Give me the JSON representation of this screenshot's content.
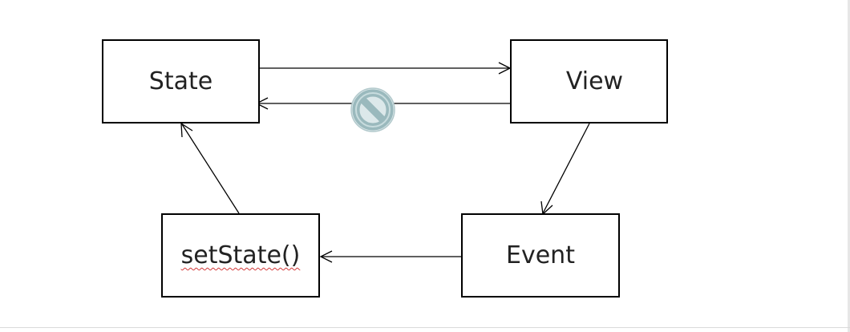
{
  "diagram": {
    "nodes": {
      "state": {
        "label": "State"
      },
      "view": {
        "label": "View"
      },
      "event": {
        "label": "Event"
      },
      "setstate": {
        "label": "setState()"
      }
    },
    "edges": [
      {
        "from": "state",
        "to": "view"
      },
      {
        "from": "view",
        "to": "state",
        "blocked": true
      },
      {
        "from": "view",
        "to": "event"
      },
      {
        "from": "event",
        "to": "setstate"
      },
      {
        "from": "setstate",
        "to": "state"
      }
    ],
    "icons": {
      "blocked": "prohibited-icon",
      "cursor": "mouse-pointer-icon"
    },
    "colors": {
      "stroke": "#000000",
      "prohibited_fill": "#b9d3d6",
      "prohibited_stroke": "#8fb3b7",
      "cursor_fill": "#f2f23a",
      "spellcheck": "#d23a3a"
    }
  }
}
